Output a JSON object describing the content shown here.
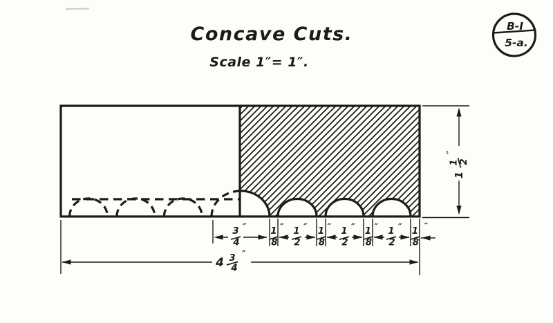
{
  "sheet": {
    "title": "Concave Cuts.",
    "scale_note": "Scale 1″= 1″.",
    "badge": {
      "top": "B-I",
      "bottom": "5-a."
    }
  },
  "dimensions": {
    "unit_mark": "″",
    "overall_width": {
      "whole": "4",
      "num": "3",
      "den": "4"
    },
    "height": {
      "whole": "1",
      "num": "1",
      "den": "2"
    },
    "segments": [
      {
        "num": "3",
        "den": "4"
      },
      {
        "num": "1",
        "den": "8"
      },
      {
        "num": "1",
        "den": "2"
      },
      {
        "num": "1",
        "den": "8"
      },
      {
        "num": "1",
        "den": "2"
      },
      {
        "num": "1",
        "den": "8"
      },
      {
        "num": "1",
        "den": "2"
      },
      {
        "num": "1",
        "den": "8"
      }
    ]
  },
  "colors": {
    "ink": "#1b1b1b",
    "paper": "#fdfdfa"
  }
}
